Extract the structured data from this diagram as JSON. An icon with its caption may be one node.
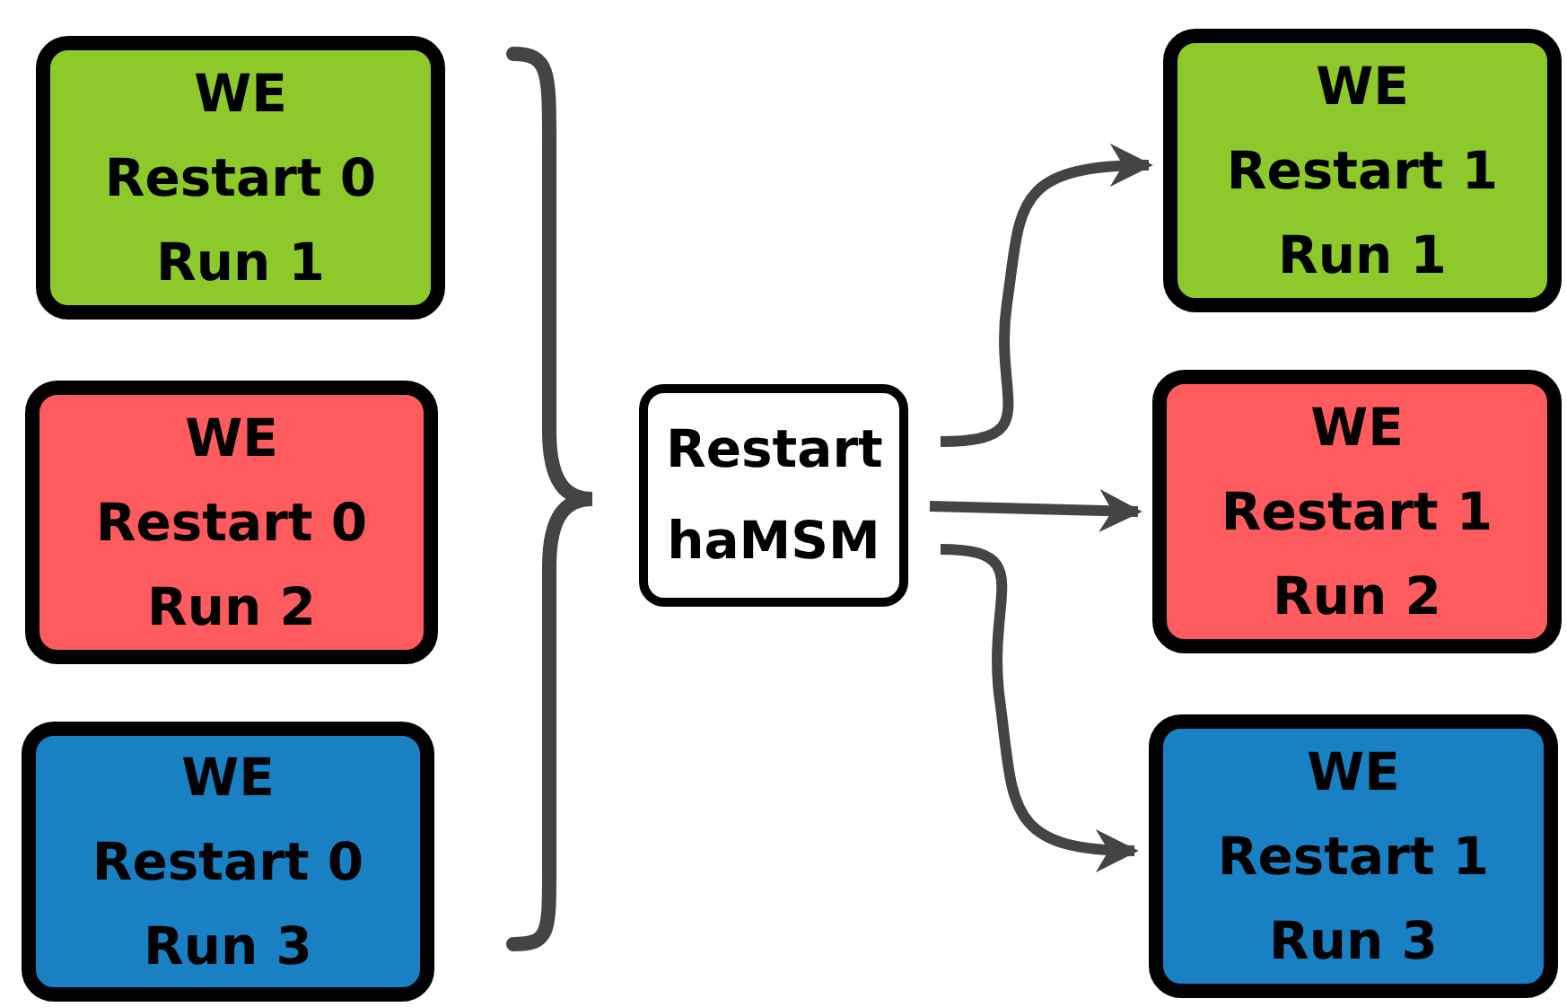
{
  "diagram": {
    "nodes": [
      {
        "text": [
          "WE",
          "Restart 0",
          "Run 1"
        ]
      },
      {
        "text": [
          "WE",
          "Restart 0",
          "Run 2"
        ]
      },
      {
        "text": [
          "WE",
          "Restart 0",
          "Run 3"
        ]
      },
      {
        "text": [
          "Restart haMSM"
        ]
      },
      {
        "text": [
          "WE",
          "Restart 1",
          "Run 1"
        ]
      },
      {
        "text": [
          "WE",
          "Restart 1",
          "Run 2"
        ]
      },
      {
        "text": [
          "WE",
          "Restart 1",
          "Run 3"
        ]
      }
    ],
    "edges": [
      {
        "from": 3,
        "to": 4,
        "arrow": "to"
      },
      {
        "from": 3,
        "to": 5,
        "arrow": "to"
      },
      {
        "from": 3,
        "to": 6,
        "arrow": "to"
      }
    ]
  }
}
